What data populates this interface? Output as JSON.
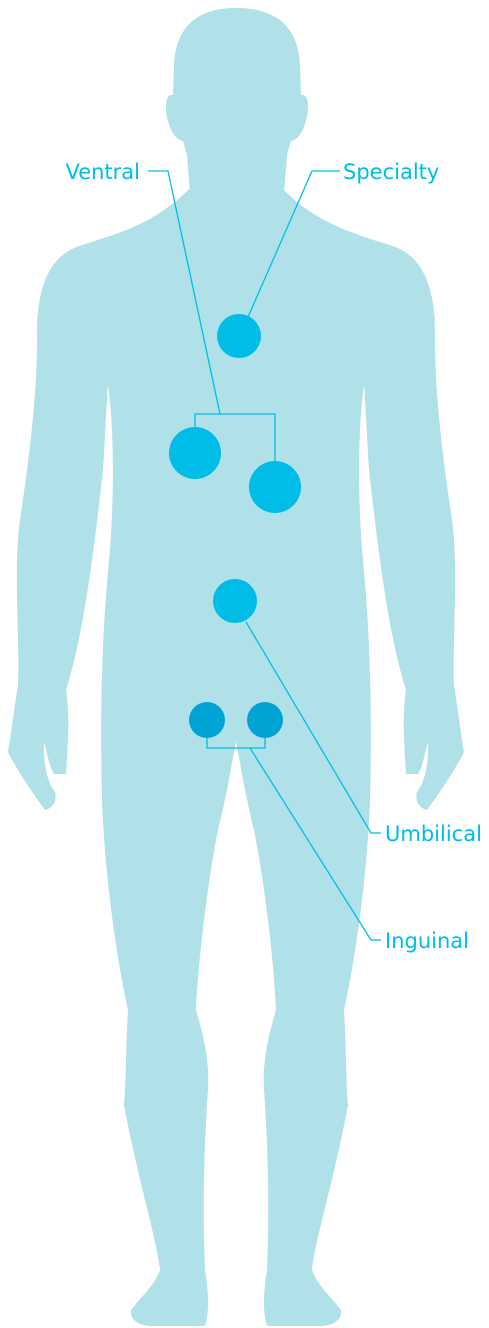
{
  "colors": {
    "body_silhouette": "#b0e0e8",
    "marker_bright": "#00bde8",
    "marker_dark": "#00a4d4",
    "callout": "#00bde8"
  },
  "labels": {
    "ventral": "Ventral",
    "specialty": "Specialty",
    "umbilical": "Umbilical",
    "inguinal": "Inguinal"
  }
}
